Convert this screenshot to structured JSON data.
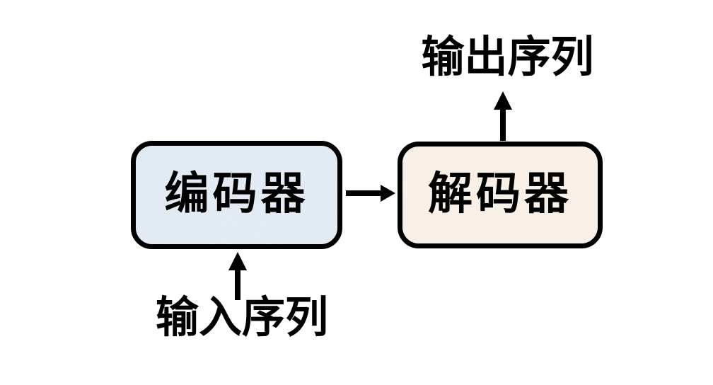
{
  "diagram": {
    "title": "encoder-decoder sequence diagram",
    "nodes": [
      {
        "id": "encoder",
        "label": "编码器",
        "fill": "#dbe6f2",
        "border": "#000000"
      },
      {
        "id": "decoder",
        "label": "解码器",
        "fill": "#f7ece1",
        "border": "#000000"
      }
    ],
    "flow_labels": {
      "input": "输入序列",
      "output": "输出序列"
    },
    "arrows": [
      {
        "id": "input-to-encoder",
        "from": "输入序列",
        "to": "编码器",
        "direction": "up"
      },
      {
        "id": "encoder-to-decoder",
        "from": "编码器",
        "to": "解码器",
        "direction": "right"
      },
      {
        "id": "decoder-to-output",
        "from": "解码器",
        "to": "输出序列",
        "direction": "up"
      }
    ],
    "colors": {
      "background": "#ffffff",
      "encoder_fill": "#dbe6f2",
      "decoder_fill": "#f7ece1",
      "border": "#000000",
      "arrow": "#000000",
      "text": "#000000"
    }
  }
}
